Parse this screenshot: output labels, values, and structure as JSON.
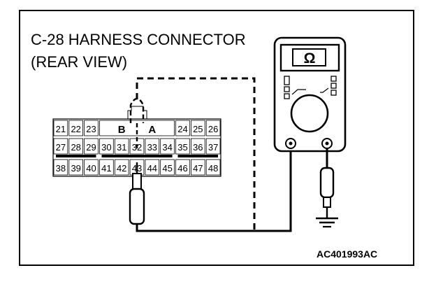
{
  "diagram": {
    "title_line1": "C-28 HARNESS CONNECTOR",
    "title_line2": "(REAR VIEW)",
    "diagram_id": "AC401993AC",
    "connector": {
      "row1_left": [
        "21",
        "22",
        "23"
      ],
      "row1_mid": [
        "B",
        "A"
      ],
      "row1_right": [
        "24",
        "25",
        "26"
      ],
      "row2": [
        "27",
        "28",
        "29",
        "30",
        "31",
        "32",
        "33",
        "34",
        "35",
        "36",
        "37"
      ],
      "row3": [
        "38",
        "39",
        "40",
        "41",
        "42",
        "43",
        "44",
        "45",
        "46",
        "47",
        "48"
      ]
    },
    "meter": {
      "display_symbol": "Ω"
    }
  }
}
